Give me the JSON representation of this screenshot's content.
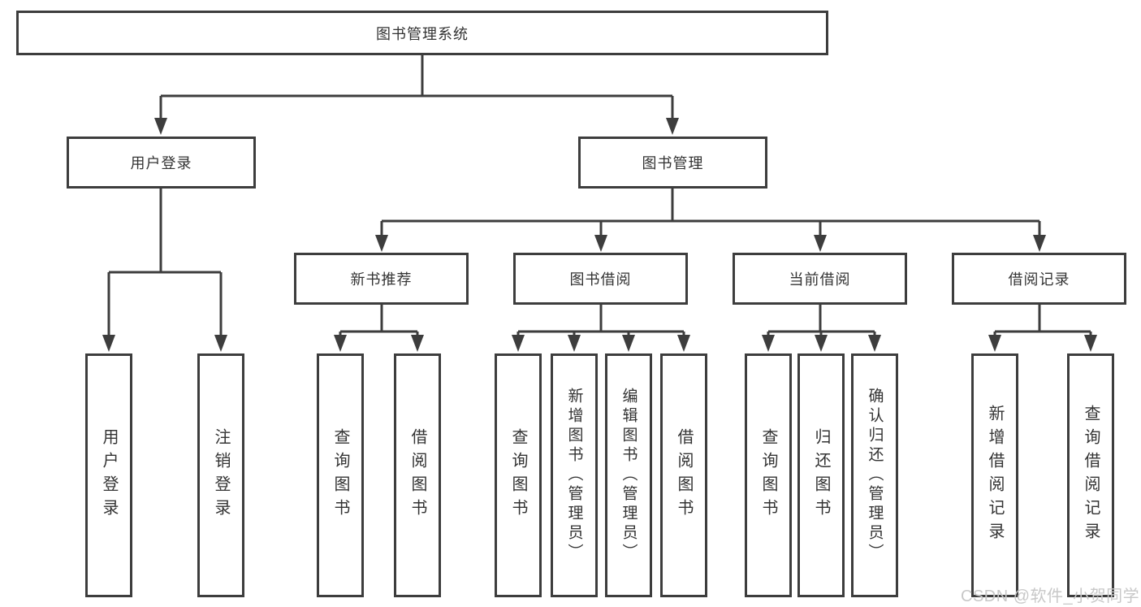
{
  "diagram": {
    "root": {
      "label": "图书管理系统"
    },
    "branches": [
      {
        "label": "用户登录"
      },
      {
        "label": "图书管理"
      }
    ],
    "modules": [
      {
        "label": "新书推荐"
      },
      {
        "label": "图书借阅"
      },
      {
        "label": "当前借阅"
      },
      {
        "label": "借阅记录"
      }
    ],
    "leaves": [
      {
        "label": "用户登录"
      },
      {
        "label": "注销登录"
      },
      {
        "label": "查询图书"
      },
      {
        "label": "借阅图书"
      },
      {
        "label": "查询图书"
      },
      {
        "label": "新增图书（管理员）"
      },
      {
        "label": "编辑图书（管理员）"
      },
      {
        "label": "借阅图书"
      },
      {
        "label": "查询图书"
      },
      {
        "label": "归还图书"
      },
      {
        "label": "确认归还（管理员）"
      },
      {
        "label": "新增借阅记录"
      },
      {
        "label": "查询借阅记录"
      }
    ]
  },
  "watermark": {
    "text": "CSDN @软件_小贺同学"
  },
  "colors": {
    "line": "#3d3d3d",
    "text": "#333333",
    "watermark": "#c8c8c8",
    "background": "#ffffff"
  }
}
